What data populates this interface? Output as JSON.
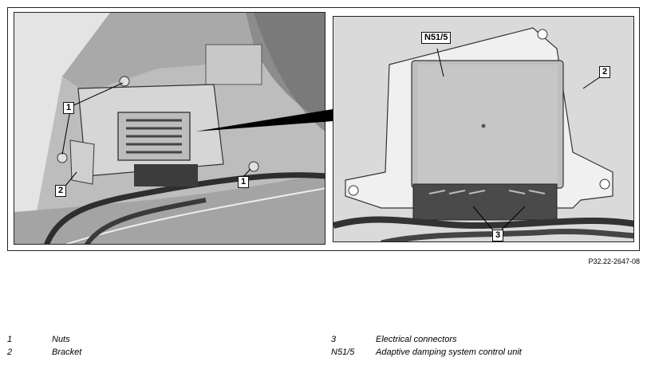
{
  "callouts": {
    "left_1": "1",
    "left_2": "2",
    "left_1b": "1",
    "right_n515": "N51/5",
    "right_2": "2",
    "right_3": "3"
  },
  "figure_ref": "P32.22-2647-08",
  "legend": [
    {
      "num": "1",
      "text": "Nuts"
    },
    {
      "num": "2",
      "text": "Bracket"
    },
    {
      "num": "3",
      "text": "Electrical connectors"
    },
    {
      "num": "N51/5",
      "text": "Adaptive damping system control unit"
    }
  ]
}
